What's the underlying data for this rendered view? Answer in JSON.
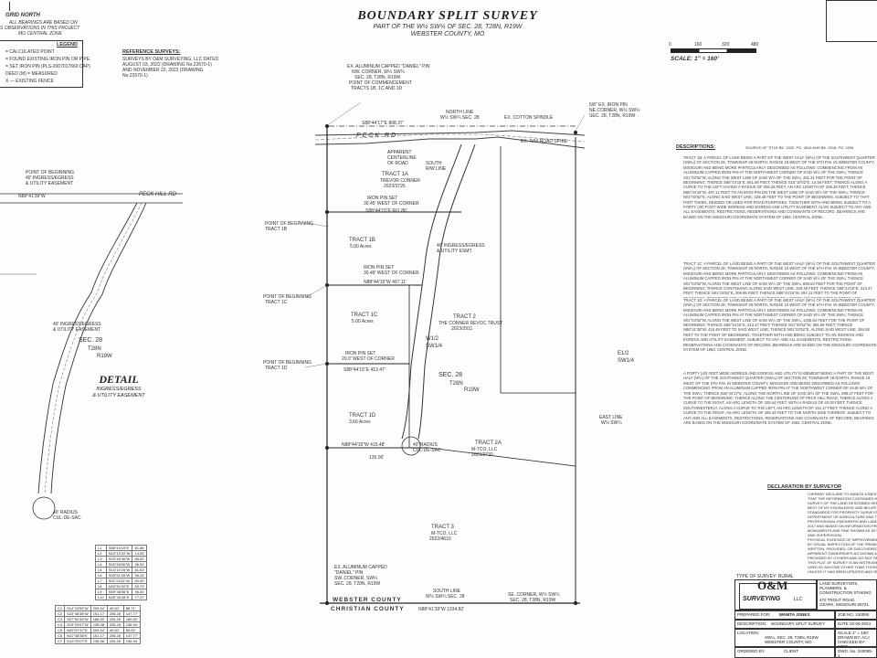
{
  "title": {
    "main": "BOUNDARY SPLIT SURVEY",
    "line1": "PART OF THE W½ SW¼ OF SEC. 28, T28N, R19W",
    "line2": "WEBSTER COUNTY, MO"
  },
  "grid_north": {
    "heading": "GRID NORTH",
    "note1": "ALL BEARINGS ARE BASED ON",
    "note2": "S OBSERVATIONS IN THIS PROJECT",
    "note3": "MO CENTRAL ZONE"
  },
  "legend": {
    "heading": "LEGEND",
    "items": [
      "= CALCULATED POINT",
      "= FOUND EXISTING IRON PIN OR PIPE.",
      "= SET IRON PIN (PLS-2007017660 CAP)",
      "DEED      (M) = MEASURED",
      "X — EXISTING FENCE"
    ]
  },
  "reference_surveys": {
    "heading": "REFERENCE SURVEYS:",
    "lines": [
      "SURVEYS BY O&M SURVEYING, LLC DATED",
      "AUGUST 03, 2022 (DRAWING No.22670-1)",
      "AND NOVEMBER 22, 2022 (DRAWING",
      "No.22670-1)"
    ]
  },
  "scale": {
    "ticks": [
      "0",
      "160",
      "320",
      "480"
    ],
    "label": "SCALE: 1\" = 160'"
  },
  "map_labels": {
    "pob_commencement": [
      "EX. ALUMINUM CAPPED \"DANIEL\" PIN",
      "NW. CORNER, W½ SW¼",
      "SEC. 28, T28N, R19W",
      "POINT OF COMMENCEMENT",
      "TRACTS 1B, 1C AND 1D"
    ],
    "ex_iron_pin_ne": [
      "5/8\" EX. IRON PIN",
      "NE CORNER, W½ SW¼",
      "SEC. 28, T28N, R19W"
    ],
    "north_line": [
      "NORTH LINE",
      "W½ SW¼ SEC. 28"
    ],
    "cotton_spindle": "EX. COTTON SPINDLE",
    "railroad_spike": "EX. RAILROAD SPIKE",
    "peck_road": "PECK RD",
    "peck_hill_rd": "PECK HILL RD",
    "apparent_centerline": [
      "APPARENT",
      "CENTERLINE",
      "OF ROAD"
    ],
    "south_rw": [
      "SOUTH",
      "R/W LINE"
    ],
    "tract_1a": [
      "TRACT 1A",
      "TREVOR CONNER",
      "2023/3726"
    ],
    "tract_1b": [
      "TRACT 1B",
      "5.00 Acres"
    ],
    "tract_1c": [
      "TRACT 1C",
      "5.00 Acres"
    ],
    "tract_1d": [
      "TRACT 1D",
      "3.66 Acres"
    ],
    "tract_2": [
      "TRACT 2",
      "THE CONNER REVOC.TRUST",
      "2023/2911"
    ],
    "tract_2a": [
      "TRACT 2A",
      "M-TCO, LLC",
      "2023/3730"
    ],
    "tract_3": [
      "TRACT 3",
      "M-TCO, LLC",
      "2022/4610"
    ],
    "pob_1b": [
      "POINT OF BEGINNING",
      "TRACT 1B"
    ],
    "pob_1c": [
      "POINT OF BEGINNING",
      "TRACT 1C"
    ],
    "pob_1d": [
      "POINT OF BEGINNING",
      "TRACT 1D"
    ],
    "pob_easement": [
      "POINT OF BEGINNING",
      "40' INGRESS/EGRESS",
      "& UTILITY EASEMENT"
    ],
    "easement_label": [
      "40' INGRESS/EGRESS",
      "& UTILITY ESMT."
    ],
    "easement_left": [
      "40' INGRESS/EGRESS",
      "& UTILITY EASEMENT"
    ],
    "radius_label": [
      "40' RADIUS",
      "CUL-DE-SAC"
    ],
    "sec28_left": [
      "SEC. 28",
      "T28N",
      "R19W"
    ],
    "sec28_center": [
      "SEC. 28",
      "T28N",
      "R19W"
    ],
    "w12_sw14": [
      "W1/2",
      "SW1/4"
    ],
    "e12_sw14": [
      "E1/2",
      "SW1/4"
    ],
    "east_line": [
      "EAST LINE",
      "W½ SW¼"
    ],
    "south_line": [
      "SOUTH LINE",
      "W½ SW¼ SEC. 28"
    ],
    "sw_corner": [
      "EX. ALUMINUM CAPPED",
      "\"DANIEL\" PIN",
      "SW. CORNER, SW¼",
      "SEC. 28, T28N, R19W"
    ],
    "se_corner": [
      "SE. CORNER, W½ SW¼",
      "SEC. 28, T28N, R19W"
    ],
    "webster_county": "WEBSTER COUNTY",
    "christian_county": "CHRISTIAN COUNTY",
    "bearings": {
      "b1": "S88°44'17\"E  808.37'",
      "b2": "S88°44'15\"E  661.86'",
      "b3": "N88°44'15\"W  497.11'",
      "b4": "S88°44'15\"E  413.47'",
      "b5": "N88°44'15\"W  415.48'",
      "b6": "N88°41'39\"W  1334.82'",
      "b7": "N88°41'39\"W",
      "dist_135": "135.00'",
      "iron_pin_1": [
        "IRON PIN SET",
        "30.49' WEST OF CORNER"
      ],
      "iron_pin_2": [
        "IRON PIN SET",
        "20.0' WEST OF CORNER"
      ],
      "iron_pin_top": [
        "IRON PIN SET",
        "30.45' WEST OF CORNER"
      ]
    }
  },
  "detail": {
    "heading": "DETAIL",
    "lines": [
      "INGRESS/EGRESS",
      "& UTILITY EASEMENT"
    ]
  },
  "descriptions": {
    "heading": "DESCRIPTIONS:",
    "source": "SOURCE OF TITLE BK. 2022, PG. 4610 AND BK. 2018, PG. 2294",
    "tract_1b": "TRACT 1B:  A PARCEL OF LAND BEING A PART OF THE WEST HALF (W½) OF THE SOUTHWEST QUARTER (SW¼) OF SECTION 28, TOWNSHIP 28 NORTH, RANGE 19 WEST OF THE 5TH P.M. IN WEBSTER COUNTY, MISSOURI AND BEING MORE PARTICULARLY DESCRIBED AS FOLLOWS: COMMENCING FROM AN ALUMINUM CAPPED IRON PIN AT THE NORTHWEST CORNER OF SAID W½ OF THE SW¼; THENCE S01°03'52\"W, ALONG THE WEST LINE OF SAID W½ OF THE SW¼, 461.31 FEET FOR THE POINT OF BEGINNING; THENCE S88°44'15\"E, 661.86 FEET; THENCE S15°10'02\"E, 14.59 FEET; THENCE ALONG A CURVE TO THE LEFT HAVING A RADIUS OF 205.26 FEET, AN ARC LENGTH OF 206.28 FEET; THENCE N88°44'15\"W, 497.11 FEET TO AN IRON PIN ON THE WEST LINE OF SAID W½ OF THE SW¼; THENCE N01°03'52\"E, ALONG SAID WEST LINE, 329.48 FEET TO THE POINT OF BEGINNING, SUBJECT TO THAT PART TAKEN, DEEDED OR USED FOR ROAD PURPOSES. TOGETHER WITH AND BEING SUBJECT TO A FORTY (40) FOOT WIDE INGRESS AND EGRESS AND UTILITY EASEMENT. ALSO SUBJECT TO ANY AND ALL EASEMENTS, RESTRICTIONS, RESERVATIONS AND COVENANTS OF RECORD. BEARINGS ARE BASED ON THE MISSOURI COORDINATE SYSTEM OF 1983, CENTRAL ZONE.",
    "tract_1c": "TRACT 1C:  A PARCEL OF LAND BEING A PART OF THE WEST HALF (W½) OF THE SOUTHWEST QUARTER (SW¼) OF SECTION 28, TOWNSHIP 28 NORTH, RANGE 19 WEST OF THE 5TH P.M. IN WEBSTER COUNTY, MISSOURI AND BEING MORE PARTICULARLY DESCRIBED AS FOLLOWS: COMMENCING FROM AN ALUMINUM CAPPED IRON PIN AT THE NORTHWEST CORNER OF SAID W½ OF THE SW¼; THENCE S01°03'52\"W, ALONG THE WEST LINE OF SAID W½ OF THE SW¼, 855.83 FEET FOR THE POINT OF BEGINNING; THENCE CONTINUING ALONG SAID WEST LINE, 329.48 FEET; THENCE S88°44'15\"E, 413.47 FEET; THENCE N01°03'52\"E, 206.85 FEET; THENCE N88°44'15\"W, 497.11 FEET TO THE POINT OF BEGINNING. TOGETHER WITH AND BEING SUBJECT TO A FORTY (40) FOOT WIDE INGRESS AND EGRESS AND UTILITY EASEMENT. SUBJECT TO ANY AND ALL EASEMENTS, RESTRICTIONS, RESERVATIONS AND COVENANTS OF RECORD. BEARINGS ARE BASED ON THE MISSOURI COORDINATE SYSTEM OF 1983, CENTRAL ZONE.",
    "tract_1d": "TRACT 1D:  A PARCEL OF LAND BEING A PART OF THE WEST HALF (W½) OF THE SOUTHWEST QUARTER (SW¼) OF SECTION 28, TOWNSHIP 28 NORTH, RANGE 19 WEST OF THE 5TH P.M. IN WEBSTER COUNTY, MISSOURI AND BEING MORE PARTICULARLY DESCRIBED AS FOLLOWS: COMMENCING FROM AN ALUMINUM CAPPED IRON PIN AT THE NORTHWEST CORNER OF SAID W½ OF THE SW¼; THENCE S01°03'52\"W, ALONG THE WEST LINE OF SAID W½ OF THE SW¼, 1345.84 FEET FOR THE POINT OF BEGINNING; THENCE S88°44'15\"E, 413.47 FEET; THENCE S01°03'52\"W, 384.69 FEET; THENCE N88°41'39\"W, 415.48 FEET TO SAID WEST LINE; THENCE N01°03'52\"E, ALONG SAID WEST LINE, 384.68 FEET TO THE POINT OF BEGINNING. TOGETHER WITH AND BEING SUBJECT TO AN INGRESS AND EGRESS AND UTILITY EASEMENT. SUBJECT TO ANY AND ALL EASEMENTS, RESTRICTIONS, RESERVATIONS AND COVENANTS OF RECORD. BEARINGS ARE BASED ON THE MISSOURI COORDINATE SYSTEM OF 1983, CENTRAL ZONE.",
    "easement": "A FORTY (40) FEET WIDE INGRESS AND EGRESS AND UTILITY EASEMENT BEING A PART OF THE WEST HALF (W½) OF THE SOUTHWEST QUARTER (SW¼) OF SECTION 28, TOWNSHIP 28 NORTH, RANGE 19 WEST OF THE 5TH P.M. IN WEBSTER COUNTY, MISSOURI AND BEING DESCRIBED AS FOLLOWS: COMMENCING FROM AN ALUMINUM CAPPED IRON PIN AT THE NORTHWEST CORNER OF SAID W½ OF THE SW¼; THENCE S88°44'17\"E, ALONG THE NORTH LINE OF SAID W½ OF THE SW¼, 808.37 FEET FOR THE POINT OF BEGINNING; THENCE ALONG THE CENTERLINE OF PECK HILL ROAD, THENCE ALONG A CURVE TO THE RIGHT, AN ARC LENGTH OF 209.44 FEET, WITH A RADIUS OF 40.00 FEET; THENCE SOUTHWESTERLY, ALONG A CURVE TO THE LEFT, AN ARC LENGTH OF 151.17 FEET; THENCE ALONG A CURVE TO THE RIGHT, AN ARC LENGTH OF 209.44 FEET TO THE NORTH SIDE THEREOF. SUBJECT TO ANY AND ALL EASEMENTS, RESTRICTIONS, RESERVATIONS AND COVENANTS OF RECORD. BEARINGS ARE BASED ON THE MISSOURI COORDINATE SYSTEM OF 1983, CENTRAL ZONE."
  },
  "declaration": {
    "heading": "DECLARATION BY SURVEYOR",
    "lines": [
      "I HEREBY DECLARE TO WANITA JONES",
      "THAT THE INFORMATION CONTAINED HEREON IS",
      "SURVEY OF THE LAND DESCRIBED HEREON. WHICH WAS",
      "BEST OF MY KNOWLEDGE AND BELIEF, IN ACCORDANCE",
      "STANDARDS FOR PROPERTY SURVEYS AS PUBLISHED",
      "DEPARTMENT OF AGRICULTURE AND THE MISSOURI BOARD",
      "PROFESSIONAL ENGINEERS AND LAND SURVEYORS",
      "2017 AND BASED ON INFORMATION PROVIDED TO",
      "MONUMENTS AND FINE SHOWN AS SET HERE",
      "AND SUPERVISION.",
      "PHYSICAL EVIDENCE OF IMPROVEMENTS IS SHOWN",
      "BY VISUAL INSPECTION OF THE PREMISES.",
      "WRITTEN, PROVIDED, OR DISCOVERED AND MAY",
      "APPARENT OWNERSHIPS AS SHOWN ARE BASED",
      "PROVIDED BY OTHERS AND DO NOT REPRESENT",
      "THIS PLAT OF SURVEY IS AN INSTRUMENT OF",
      "USED BY ANYONE OTHER THAN THOSE TO WHOM",
      "UNLESS IT HAS BEEN UPDATED AND RE-CERTIFIED"
    ]
  },
  "title_block": {
    "type_of_survey": "TYPE OF SURVEY: RURAL",
    "company_name": "O&M",
    "company_sub": "SURVEYING",
    "company_llc": "LLC",
    "services": [
      "LAND SURVEYORS,",
      "PLANNERS, &",
      "CONSTRUCTION STAKING"
    ],
    "address": [
      "472 TROUT ROAD",
      "OZARK, MISSOURI 65721"
    ],
    "prepared_for_label": "PREPARED FOR:",
    "prepared_for": "WANITA JONES",
    "job_label": "JOB NO.",
    "job_no": "240095",
    "description_label": "DESCRIPTION:",
    "description": "BOUNDARY SPLIT SURVEY",
    "date_label": "DATE",
    "date": "02-06-2024",
    "location_label": "LOCATION:",
    "location": [
      "SW¼, SEC. 28, T28N, R19W",
      "WEBSTER COUNTY, MO"
    ],
    "scale_label": "SCALE",
    "scale": "1\" = 160'",
    "drawn_by": "DRAWN BY: ACJ",
    "checked_by": "CHECKED BY: MDW",
    "ordered_by_label": "ORDERED BY",
    "ordered_by": "CLIENT",
    "dwg_label": "DWG. No.",
    "dwg_no": "240095-1"
  },
  "line_table": {
    "rows": [
      [
        "L1",
        "S88°44'15\"E",
        "81.86'"
      ],
      [
        "L2",
        "N15°10'02\"W",
        "14.59'"
      ],
      [
        "L3",
        "S25°49'48\"W",
        "85.52'"
      ],
      [
        "L4",
        "S09°48'56\"W",
        "96.30'"
      ],
      [
        "L5",
        "S14°10'25\"W",
        "81.63'"
      ],
      [
        "L6",
        "S05°51'59\"W",
        "95.24'"
      ],
      [
        "L7",
        "S01°24'11\"W",
        "50.00'"
      ],
      [
        "L8",
        "N24°51'00\"E",
        "53.79'"
      ],
      [
        "L9",
        "N09°48'56\"E",
        "96.30'"
      ],
      [
        "L10",
        "N25°49'48\"E",
        "77.27'"
      ]
    ]
  },
  "curve_table": {
    "rows": [
      [
        "C1",
        "S14°19'59\"W",
        "209.44'",
        "40.00'",
        "88.71'"
      ],
      [
        "C2",
        "S22°48'38\"W",
        "151.17'",
        "205.26'",
        "147.77'"
      ],
      [
        "C3",
        "S07°52'49\"W",
        "186.92'",
        "205.26'",
        "180.52'"
      ],
      [
        "C4",
        "S19°29'07\"W",
        "138.98'",
        "205.26'",
        "136.94'"
      ],
      [
        "C5",
        "N09°07'47\"E",
        "209.44'",
        "40.00'",
        "80.00'"
      ],
      [
        "C6",
        "N22°48'38\"E",
        "151.17'",
        "205.26'",
        "147.77'"
      ],
      [
        "C7",
        "N19°29'07\"E",
        "138.98'",
        "205.26'",
        "136.94'"
      ]
    ]
  }
}
